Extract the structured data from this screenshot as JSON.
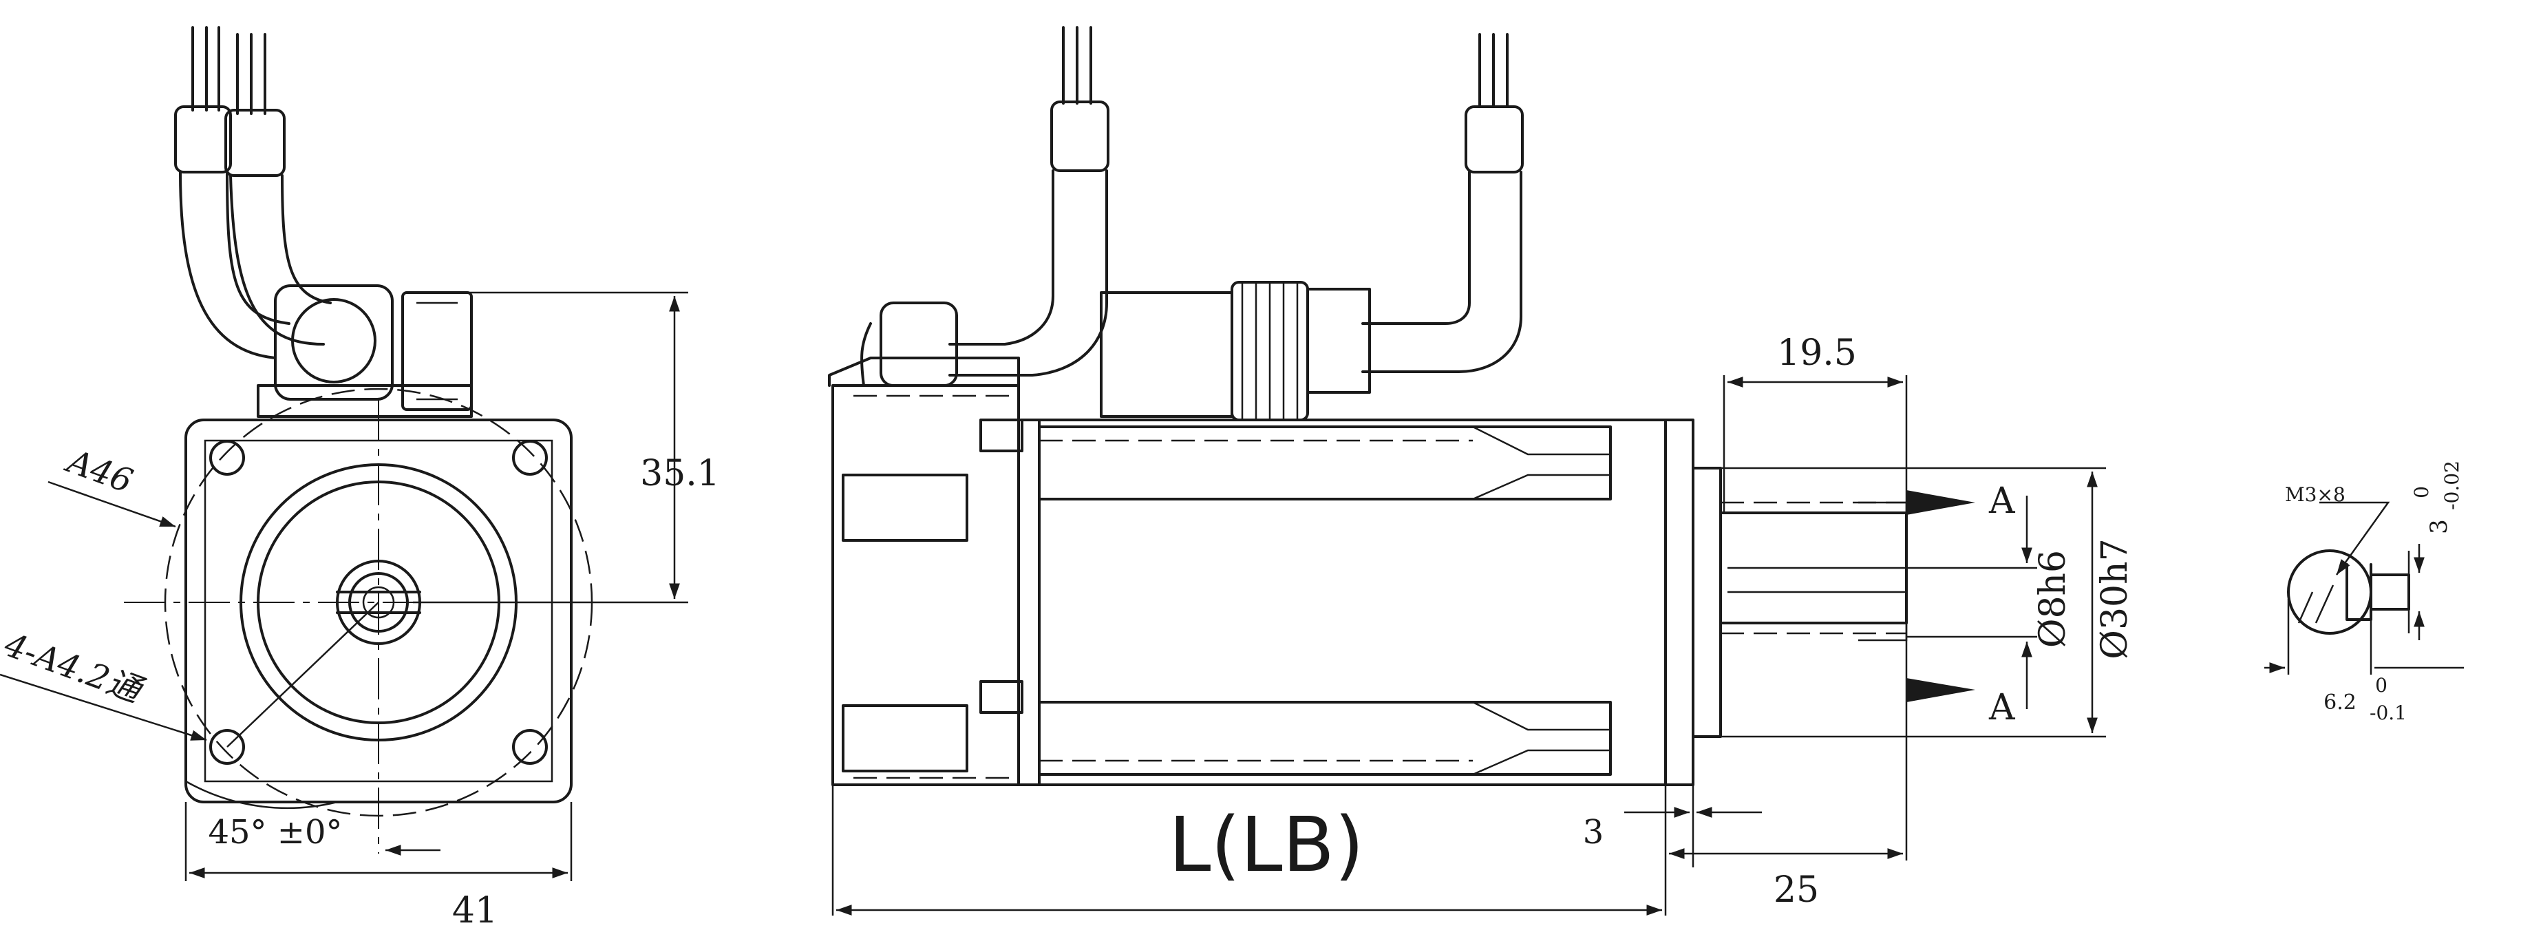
{
  "front_view": {
    "dim_width": "41",
    "dim_height": "35.1",
    "label_diameter": "A46",
    "label_holes": "4-A4.2通",
    "label_angle": "45° ±0°"
  },
  "side_view": {
    "dim_length": "L(LB)",
    "dim_flange": "3",
    "dim_shaft_length": "25",
    "dim_keyway": "19.5",
    "dim_pilot": "Ø30h7",
    "dim_shaft": "Ø8h6",
    "section_a_top": "A",
    "section_a_bottom": "A"
  },
  "section_view": {
    "label_screw": "M3×8",
    "dim_key_main": "3",
    "dim_key_tol_upper": "0",
    "dim_key_tol_lower": "-0.02",
    "dim_depth_main": "6.2",
    "dim_depth_tol_upper": "0",
    "dim_depth_tol_lower": "-0.1"
  }
}
